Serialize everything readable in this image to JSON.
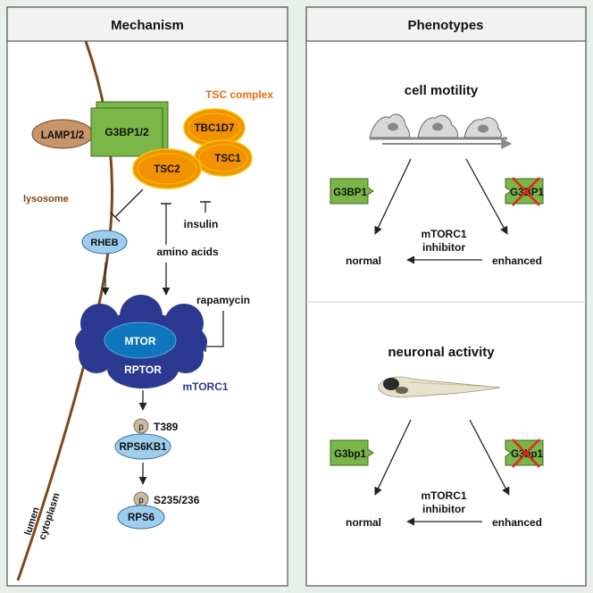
{
  "panels": {
    "left_title": "Mechanism",
    "right_title": "Phenotypes"
  },
  "mechanism": {
    "lamp": "LAMP1/2",
    "g3bp": "G3BP1/2",
    "tsc_complex_label": "TSC complex",
    "tbc1d7": "TBC1D7",
    "tsc1": "TSC1",
    "tsc2": "TSC2",
    "lysosome": "lysosome",
    "insulin": "insulin",
    "amino_acids": "amino acids",
    "rheb": "RHEB",
    "rapamycin": "rapamycin",
    "mtor": "MTOR",
    "rptor": "RPTOR",
    "mtorc1": "mTORC1",
    "phospho": "p",
    "t389": "T389",
    "rps6kb1": "RPS6KB1",
    "s235": "S235/236",
    "rps6": "RPS6",
    "lumen": "lumen",
    "cytoplasm": "cytoplasm"
  },
  "phenotypes": {
    "motility": {
      "title": "cell motility",
      "wt_label": "G3BP1",
      "ko_label": "G3BP1",
      "normal": "normal",
      "enhanced": "enhanced",
      "inhibitor_line1": "mTORC1",
      "inhibitor_line2": "inhibitor"
    },
    "neuronal": {
      "title": "neuronal activity",
      "wt_label": "G3bp1",
      "ko_label": "G3bp1",
      "normal": "normal",
      "enhanced": "enhanced",
      "inhibitor_line1": "mTORC1",
      "inhibitor_line2": "inhibitor"
    }
  },
  "colors": {
    "background": "#e9efe9",
    "panel": "#ffffff",
    "header": "#f2f2f2",
    "green": "#7ab648",
    "orange": "#f39200",
    "orange_stroke": "#f5c400",
    "blue_dark": "#2b3990",
    "blue_mid": "#0f75bc",
    "blue_light": "#9fcdee",
    "lamp": "#c8946a",
    "membrane": "#7b4a1c",
    "tsc_label": "#e86a10",
    "mtorc1_label": "#2b3990",
    "red_cross": "#e3251b"
  }
}
